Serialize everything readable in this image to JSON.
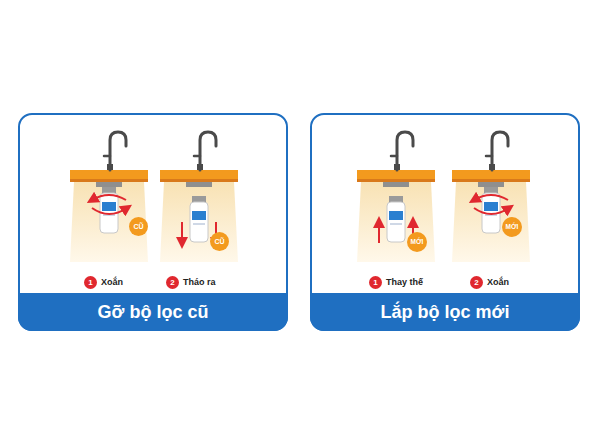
{
  "diagram": {
    "nodes": [
      {
        "text": [
          "Gỡ bộ lọc cũ"
        ]
      },
      {
        "text": [
          "CŨ"
        ],
        "in": 0
      },
      {
        "text": [
          "1"
        ],
        "in": 0
      },
      {
        "text": [
          "CŨ"
        ],
        "in": 0
      },
      {
        "text": [
          "2"
        ],
        "in": 0
      },
      {
        "text": [
          "Lắp bộ lọc mới"
        ]
      },
      {
        "text": [
          "MỚI"
        ],
        "in": 5
      },
      {
        "text": [
          "1"
        ],
        "in": 5
      },
      {
        "text": [
          "MỚI"
        ],
        "in": 5
      },
      {
        "text": [
          "2"
        ],
        "in": 5
      }
    ],
    "labels": [
      "Xoắn",
      "Tháo ra",
      "Thay thế",
      "Xoắn"
    ]
  }
}
